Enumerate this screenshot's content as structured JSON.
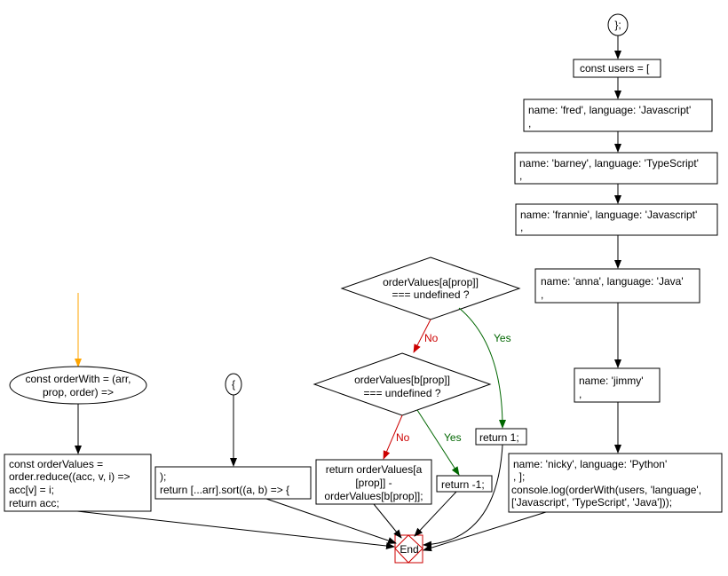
{
  "nodes": {
    "start_main": "};",
    "const_users": "const users = [",
    "fred": [
      "name: 'fred', language: 'Javascript'",
      ","
    ],
    "barney": [
      "name: 'barney', language: 'TypeScript'",
      ","
    ],
    "frannie": [
      "name: 'frannie', language: 'Javascript'",
      ","
    ],
    "anna": [
      "name: 'anna', language: 'Java'",
      ","
    ],
    "jimmy": [
      "name: 'jimmy'",
      ","
    ],
    "nicky": [
      "name: 'nicky', language: 'Python'",
      ", ];",
      "console.log(orderWith(users, 'language',",
      "['Javascript', 'TypeScript', 'Java']));"
    ],
    "start_fn": [
      "const orderWith = (arr,",
      "prop, order) =>"
    ],
    "order_values": [
      "const orderValues =",
      "order.reduce((acc, v, i) =>",
      "acc[v] = i;",
      "return acc;"
    ],
    "start_sort": "{",
    "sort_box": [
      ");",
      "return [...arr].sort((a, b) => {"
    ],
    "decision_a": [
      "orderValues[a[prop]]",
      "=== undefined ?"
    ],
    "decision_b": [
      "orderValues[b[prop]]",
      "=== undefined ?"
    ],
    "return_1": "return 1;",
    "return_neg1": "return -1;",
    "return_diff": [
      "return orderValues[a",
      "[prop]] -",
      "orderValues[b[prop]];"
    ],
    "end": "End"
  },
  "edge_labels": {
    "no_a": "No",
    "yes_a": "Yes",
    "no_b": "No",
    "yes_b": "Yes"
  },
  "colors": {
    "no": "#cc0000",
    "yes": "#006600",
    "entry_arrow": "#ffa500",
    "end_border": "#cc0000"
  }
}
